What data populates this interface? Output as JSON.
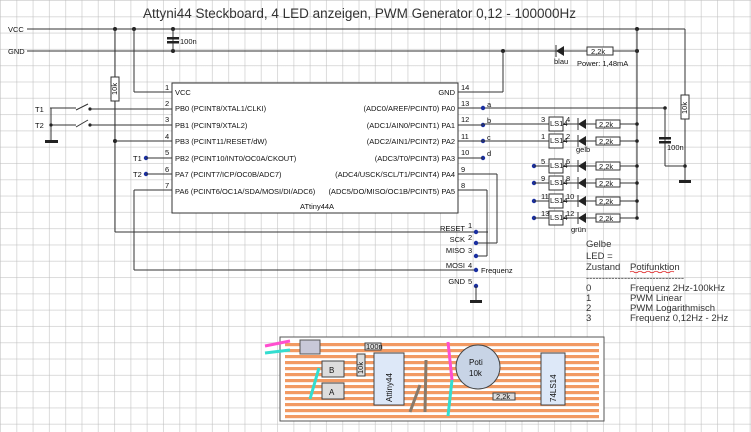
{
  "title": "Attyni44 Steckboard, 4 LED anzeigen, PWM Generator 0,12 - 100000Hz",
  "rails": {
    "vcc": "VCC",
    "gnd": "GND"
  },
  "components": {
    "cap_top": "100n",
    "res_pullup": "10k",
    "btn1": "T1",
    "btn2": "T2",
    "led_blue": "blau",
    "res_power": "2,2k",
    "power_note": "Power: 1,48mA",
    "pot": "10k",
    "cap_right": "100n",
    "led_yellow": "gelb",
    "led_green": "grün",
    "gate": "LS14",
    "res_led": "2,2k"
  },
  "chip": {
    "name": "ATtiny44A",
    "left_pins": [
      {
        "num": "1",
        "label": "VCC"
      },
      {
        "num": "2",
        "label": "PB0 (PCINT8/XTAL1/CLKI)"
      },
      {
        "num": "3",
        "label": "PB1 (PCINT9/XTAL2)"
      },
      {
        "num": "4",
        "label": "PB3 (PCINT11/RESET/dW)"
      },
      {
        "num": "5",
        "label": "PB2 (PCINT10/INT0/OC0A/CKOUT)"
      },
      {
        "num": "6",
        "label": "PA7 (PCINT7/ICP/OC0B/ADC7)"
      },
      {
        "num": "7",
        "label": "PA6 (PCINT6/OC1A/SDA/MOSI/DI/ADC6)"
      }
    ],
    "right_pins": [
      {
        "num": "14",
        "label": "GND"
      },
      {
        "num": "13",
        "label": "(ADC0/AREF/PCINT0) PA0",
        "net": "a"
      },
      {
        "num": "12",
        "label": "(ADC1/AIN0/PCINT1) PA1",
        "net": "b"
      },
      {
        "num": "11",
        "label": "(ADC2/AIN1/PCINT2) PA2",
        "net": "c"
      },
      {
        "num": "10",
        "label": "(ADC3/T0/PCINT3) PA3",
        "net": "d"
      },
      {
        "num": "9",
        "label": "(ADC4/USCK/SCL/T1/PCINT4) PA4"
      },
      {
        "num": "8",
        "label": "(ADC5/DO/MISO/OC1B/PCINT5) PA5"
      }
    ],
    "t_labels": [
      "T1",
      "T2"
    ]
  },
  "isp": [
    {
      "label": "RESET",
      "num": "1"
    },
    {
      "label": "SCK",
      "num": "2"
    },
    {
      "label": "MISO",
      "num": "3"
    },
    {
      "label": "MOSI",
      "num": "4",
      "note": "Frequenz"
    },
    {
      "label": "GND",
      "num": "5"
    }
  ],
  "gates": [
    {
      "in": "3",
      "out": "4"
    },
    {
      "in": "1",
      "out": "2"
    },
    {
      "in": "5",
      "out": "6"
    },
    {
      "in": "9",
      "out": "8"
    },
    {
      "in": "11",
      "out": "10"
    },
    {
      "in": "13",
      "out": "12"
    }
  ],
  "legend": {
    "head1": "Gelbe",
    "head2": "LED =",
    "head3": "Zustand",
    "head4": "Potifunktion",
    "divider": "-------------------------------",
    "rows": [
      {
        "state": "0",
        "func": "Frequenz  2Hz-100kHz"
      },
      {
        "state": "1",
        "func": "PWM Linear"
      },
      {
        "state": "2",
        "func": "PWM Logarithmisch"
      },
      {
        "state": "3",
        "func": "Frequenz 0,12Hz - 2Hz"
      }
    ]
  },
  "board": {
    "btn_b": "B",
    "btn_a": "A",
    "mcu": "Attiny44",
    "pot_label": "Poti",
    "pot_value": "10k",
    "ic2": "74LS14",
    "res": "2,2k",
    "res10k": "10k",
    "cap": "100n"
  },
  "colors": {
    "strip": "#f29a63",
    "board_bg": "#ffffff",
    "net_dot": "#1a2fa0",
    "jumper_pink": "#ff4fcf",
    "jumper_cyan": "#33ddd0"
  }
}
